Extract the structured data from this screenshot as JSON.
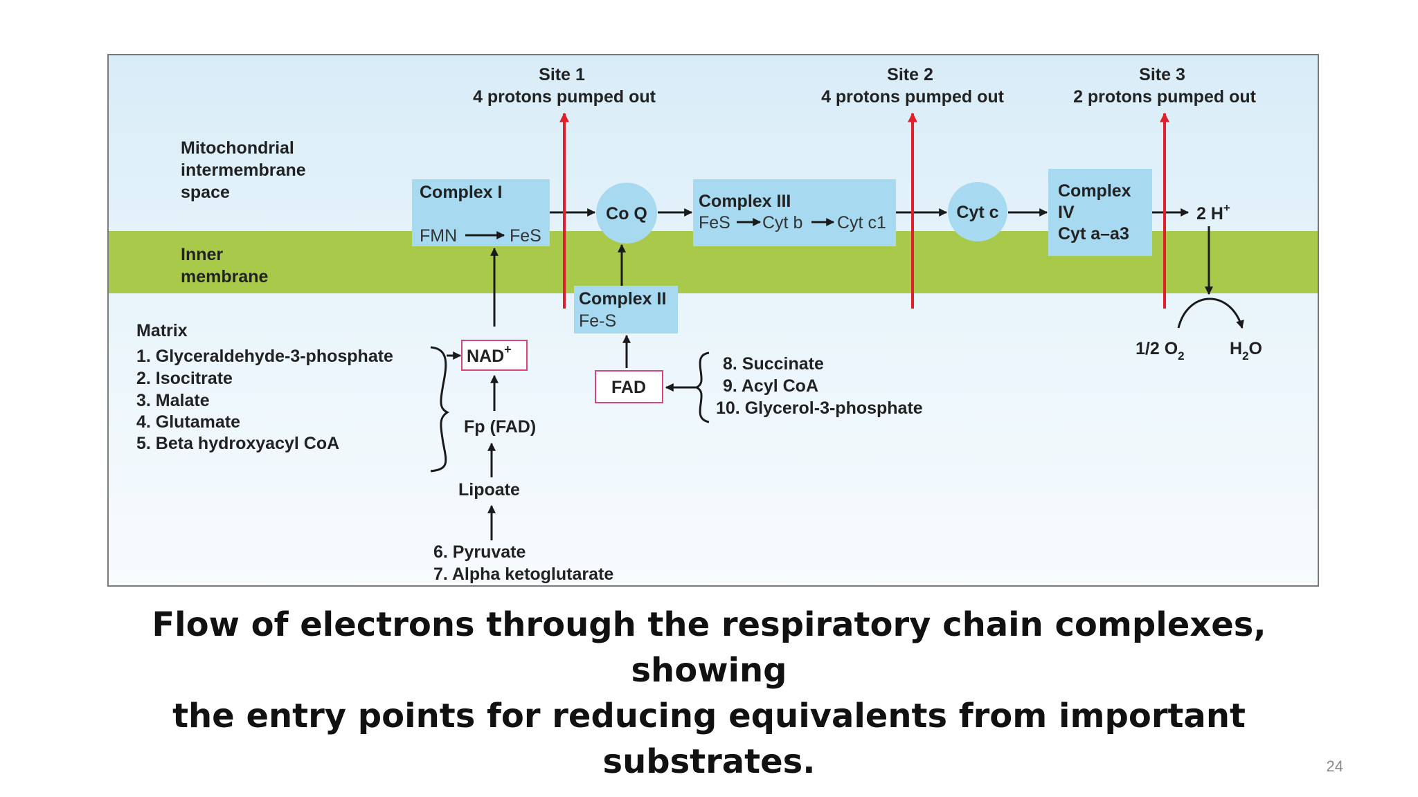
{
  "slide": {
    "caption_line1": "Flow of electrons through the respiratory chain complexes, showing",
    "caption_line2": "the entry points for reducing equivalents from important substrates.",
    "page_number": "24"
  },
  "colors": {
    "membrane": "#a9c94a",
    "complex_fill": "#a7d9f0",
    "proton_arrow": "#e0202a",
    "cofactor_border": "#d8457a"
  },
  "regions": {
    "intermembrane_line1": "Mitochondrial",
    "intermembrane_line2": "intermembrane",
    "intermembrane_line3": "space",
    "inner_membrane_line1": "Inner",
    "inner_membrane_line2": "membrane",
    "matrix": "Matrix"
  },
  "sites": [
    {
      "title": "Site 1",
      "protons": "4 protons pumped out"
    },
    {
      "title": "Site 2",
      "protons": "4 protons pumped out"
    },
    {
      "title": "Site 3",
      "protons": "2 protons pumped out"
    }
  ],
  "complexes": {
    "complex1_title": "Complex I",
    "complex1_fmn": "FMN",
    "complex1_fes": "FeS",
    "coq": "Co Q",
    "complex3_title": "Complex III",
    "complex3_fes": "FeS",
    "complex3_cytb": "Cyt b",
    "complex3_cytc1": "Cyt c1",
    "cytc": "Cyt c",
    "complex4_line1": "Complex",
    "complex4_line2": "IV",
    "complex4_line3": "Cyt a–a3",
    "complex2_title": "Complex II",
    "complex2_fes": "Fe-S"
  },
  "products": {
    "protons_count": "2 H",
    "protons_charge": "+",
    "oxygen_half": "1/2 O",
    "oxygen_sub": "2",
    "water_h": "H",
    "water_sub": "2",
    "water_o": "O"
  },
  "cofactors": {
    "nad": "NAD",
    "nad_charge": "+",
    "fp_fad": "Fp (FAD)",
    "lipoate": "Lipoate",
    "fad": "FAD"
  },
  "substrates_nad": [
    "1. Glyceraldehyde-3-phosphate",
    "2. Isocitrate",
    "3. Malate",
    "4. Glutamate",
    "5. Beta hydroxyacyl CoA"
  ],
  "substrates_lipoate": [
    "6. Pyruvate",
    "7. Alpha ketoglutarate"
  ],
  "substrates_fad": [
    "8. Succinate",
    "9. Acyl CoA",
    "10. Glycerol-3-phosphate"
  ]
}
